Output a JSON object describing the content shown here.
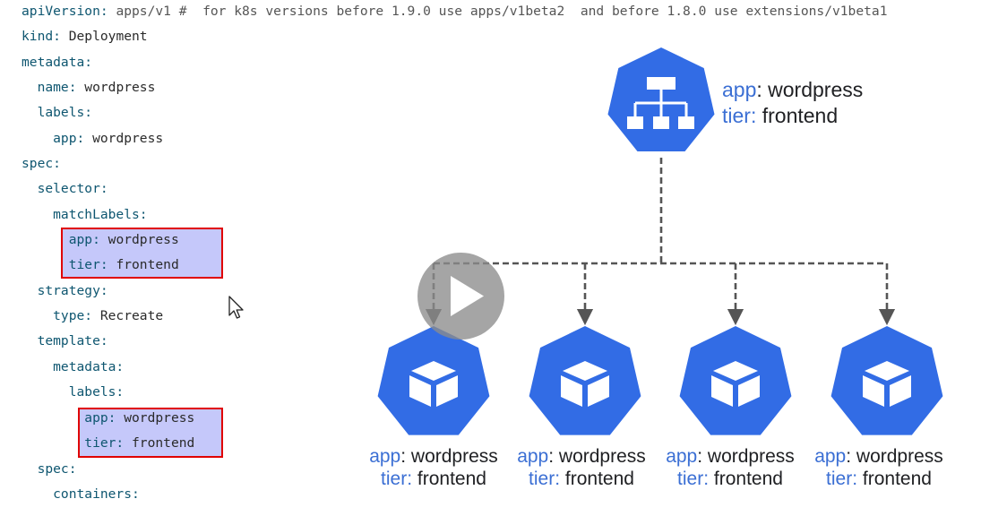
{
  "yaml": {
    "lines": [
      {
        "key": "apiVersion:",
        "value": " apps/v1 #  for k8s versions before 1.9.0 use apps/v1beta2  and before 1.8.0 use extensions/v1beta1"
      },
      {
        "key": "kind:",
        "value": " Deployment"
      },
      {
        "key": "metadata:",
        "value": ""
      },
      {
        "key": "  name:",
        "value": " wordpress"
      },
      {
        "key": "  labels:",
        "value": ""
      },
      {
        "key": "    app:",
        "value": " wordpress"
      },
      {
        "key": "spec:",
        "value": ""
      },
      {
        "key": "  selector:",
        "value": ""
      },
      {
        "key": "    matchLabels:",
        "value": ""
      },
      {
        "key": "      app:",
        "value": " wordpress"
      },
      {
        "key": "      tier:",
        "value": " frontend"
      },
      {
        "key": "  strategy:",
        "value": ""
      },
      {
        "key": "    type:",
        "value": " Recreate"
      },
      {
        "key": "  template:",
        "value": ""
      },
      {
        "key": "    metadata:",
        "value": ""
      },
      {
        "key": "      labels:",
        "value": ""
      },
      {
        "key": "        app:",
        "value": " wordpress"
      },
      {
        "key": "        tier:",
        "value": " frontend"
      },
      {
        "key": "  spec:",
        "value": ""
      },
      {
        "key": "    containers:",
        "value": ""
      }
    ]
  },
  "diagram": {
    "service": {
      "app_key": "app",
      "app_value": ": wordpress",
      "tier_key": "tier:",
      "tier_value": " frontend"
    },
    "pods": [
      {
        "app_key": "app",
        "app_value": ": wordpress",
        "tier_key": "tier:",
        "tier_value": " frontend"
      },
      {
        "app_key": "app",
        "app_value": ": wordpress",
        "tier_key": "tier:",
        "tier_value": " frontend"
      },
      {
        "app_key": "app",
        "app_value": ": wordpress",
        "tier_key": "tier:",
        "tier_value": " frontend"
      },
      {
        "app_key": "app",
        "app_value": ": wordpress",
        "tier_key": "tier:",
        "tier_value": " frontend"
      }
    ]
  },
  "colors": {
    "k8s_blue": "#326ce5",
    "label_key_blue": "#3b6fd4",
    "highlight_fill": "#c5c8fa",
    "highlight_border": "#e00000"
  },
  "icons": {
    "service": "k8s-service-network-icon",
    "pod": "k8s-pod-cube-icon",
    "play": "play-icon",
    "cursor": "mouse-cursor-icon"
  }
}
